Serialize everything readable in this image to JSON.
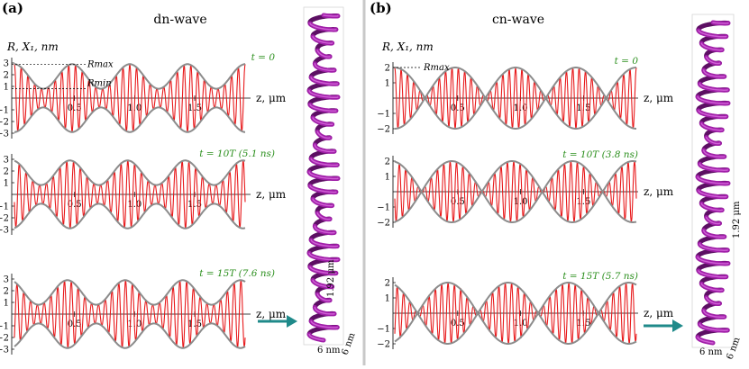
{
  "panels": [
    {
      "label": "(a)",
      "title": "dn-wave",
      "ylabel": "R, X₁, nm",
      "xlabel": "z, μm",
      "ref_max": "Rₘₐₓ",
      "ref_min": "Rₘᵢₙ",
      "ref_max_text": "Rmax",
      "ref_min_text": "Rmin",
      "helix_length": "1.92 μm",
      "helix_dims": [
        "6 nm",
        "6 nm"
      ],
      "plots": [
        {
          "time": "t = 0",
          "yticks": [
            "3",
            "2",
            "1",
            "−1",
            "−2",
            "−3"
          ],
          "xticks": [
            "0.5",
            "1.0",
            "1.5"
          ]
        },
        {
          "time": "t = 10T (5.1 ns)",
          "yticks": [
            "3",
            "2",
            "1",
            "−1",
            "−2",
            "−3"
          ],
          "xticks": [
            "0.5",
            "1.0",
            "1.5"
          ]
        },
        {
          "time": "t = 15T (7.6 ns)",
          "yticks": [
            "3",
            "2",
            "1",
            "−1",
            "−2",
            "−3"
          ],
          "xticks": [
            "0.5",
            "1.0",
            "1.5"
          ]
        }
      ]
    },
    {
      "label": "(b)",
      "title": "cn-wave",
      "ylabel": "R, X₁, nm",
      "xlabel": "z, μm",
      "ref_max_text": "Rmax",
      "helix_length": "1.92 μm",
      "helix_dims": [
        "6 nm",
        "6 nm"
      ],
      "plots": [
        {
          "time": "t = 0",
          "yticks": [
            "2",
            "1",
            "−1",
            "−2"
          ],
          "xticks": [
            "0.5",
            "1.0",
            "1.5"
          ]
        },
        {
          "time": "t = 10T (3.8 ns)",
          "yticks": [
            "2",
            "1",
            "−1",
            "−2"
          ],
          "xticks": [
            "0.5",
            "1.0",
            "1.5"
          ]
        },
        {
          "time": "t = 15T (5.7 ns)",
          "yticks": [
            "2",
            "1",
            "−1",
            "−2"
          ],
          "xticks": [
            "0.5",
            "1.0",
            "1.5"
          ]
        }
      ]
    }
  ],
  "colors": {
    "envelope": "#8c8c8c",
    "oscillation": "#e8191b",
    "time": "#2b8f1d",
    "helix": "#a01ea8",
    "arrow": "#1f8a8a"
  },
  "chart_data": [
    {
      "type": "line",
      "title": "dn-wave",
      "ylabel": "R, X1, nm",
      "xlabel": "z, μm",
      "xlim": [
        0,
        1.92
      ],
      "ylim": [
        -3,
        3
      ],
      "envelope": {
        "max": 2.9,
        "min": 0.8,
        "periods": 4
      },
      "series": [
        {
          "name": "t = 0"
        },
        {
          "name": "t = 10T (5.1 ns)"
        },
        {
          "name": "t = 15T (7.6 ns)"
        }
      ]
    },
    {
      "type": "line",
      "title": "cn-wave",
      "ylabel": "R, X1, nm",
      "xlabel": "z, μm",
      "xlim": [
        0,
        1.92
      ],
      "ylim": [
        -2,
        2
      ],
      "envelope": {
        "max": 2.0,
        "min": -2.0,
        "periods": 8
      },
      "series": [
        {
          "name": "t = 0"
        },
        {
          "name": "t = 10T (3.8 ns)"
        },
        {
          "name": "t = 15T (5.7 ns)"
        }
      ]
    }
  ]
}
